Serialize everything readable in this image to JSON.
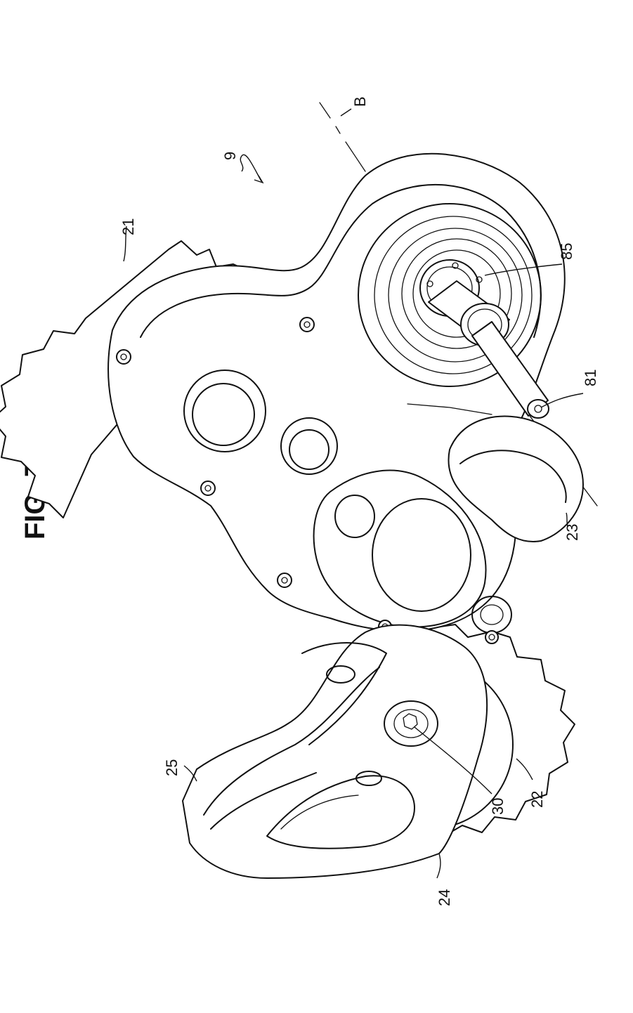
{
  "figure": {
    "title": "FIG. 7"
  },
  "labels": {
    "assembly": "9",
    "axis": "B",
    "upper_pulley": "21",
    "lower_pulley": "22",
    "knob": "23",
    "cage_outer": "24",
    "cage_inner": "25",
    "bolt": "30",
    "shaft": "81",
    "bearing": "85"
  }
}
